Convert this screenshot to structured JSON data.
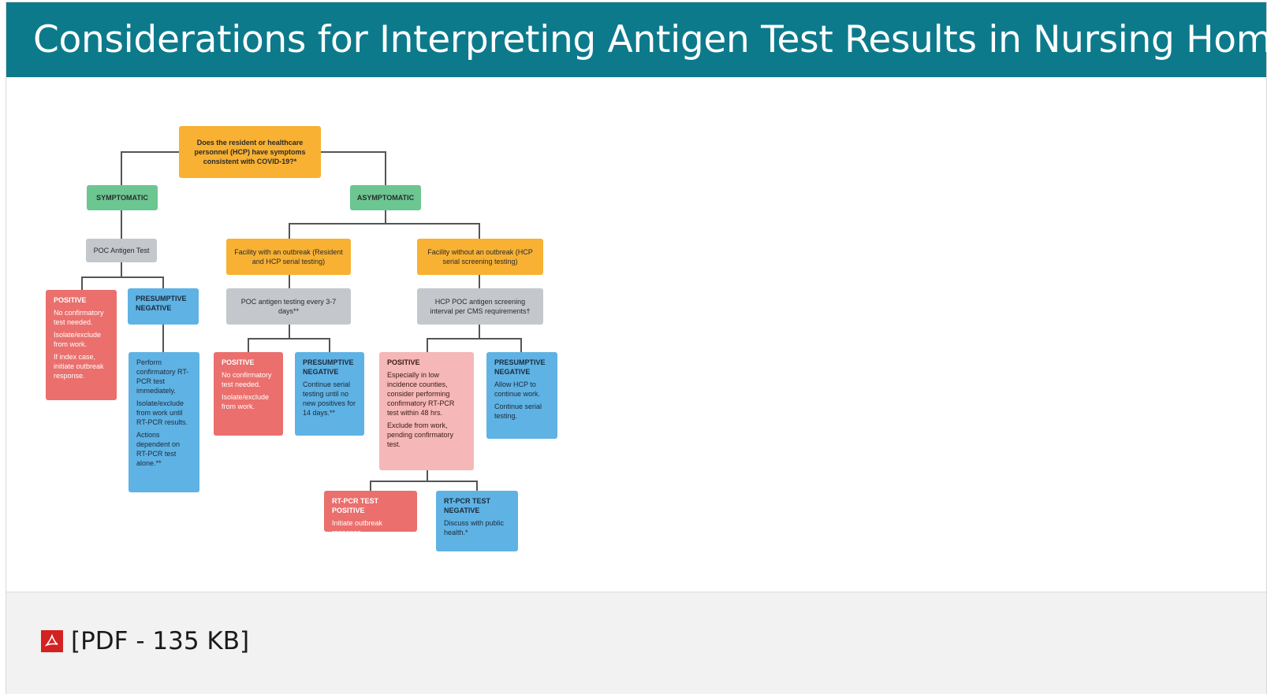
{
  "header": {
    "title": "Considerations for Interpreting Antigen Test Results in Nursing Homes"
  },
  "flowchart": {
    "root": "Does the resident or healthcare personnel (HCP) have symptoms consistent with COVID-19?*",
    "symptomatic": "SYMPTOMATIC",
    "asymptomatic": "ASYMPTOMATIC",
    "poc_antigen_test": "POC Antigen Test",
    "facility_outbreak": "Facility with an outbreak (Resident and HCP serial testing)",
    "facility_no_outbreak": "Facility without an outbreak (HCP serial screening testing)",
    "poc_every_3_7": "POC antigen testing every 3-7 days**",
    "hcp_screening_interval": "HCP POC antigen screening interval per CMS requirements†",
    "sym_positive": {
      "title": "POSITIVE",
      "lines": [
        "No confirmatory test needed.",
        "Isolate/exclude from work.",
        "If index case, initiate outbreak response."
      ]
    },
    "sym_negative": {
      "title": "PRESUMPTIVE NEGATIVE"
    },
    "sym_negative_actions": {
      "lines": [
        "Perform confirmatory RT-PCR test immediately.",
        "Isolate/exclude from work until RT-PCR results.",
        "Actions dependent on RT-PCR test alone.**"
      ]
    },
    "outbreak_positive": {
      "title": "POSITIVE",
      "lines": [
        "No confirmatory test needed.",
        "Isolate/exclude from work."
      ]
    },
    "outbreak_negative": {
      "title": "PRESUMPTIVE NEGATIVE",
      "lines": [
        "Continue serial testing until no new positives for 14 days.**"
      ]
    },
    "no_outbreak_positive": {
      "title": "POSITIVE",
      "lines": [
        "Especially in low incidence counties, consider performing confirmatory RT-PCR test within 48 hrs.",
        "Exclude from work, pending confirmatory test."
      ]
    },
    "no_outbreak_negative": {
      "title": "PRESUMPTIVE NEGATIVE",
      "lines": [
        "Allow HCP to continue work.",
        "Continue serial testing."
      ]
    },
    "rtpcr_positive": {
      "title": "RT-PCR TEST POSITIVE",
      "lines": [
        "Initiate outbreak response."
      ]
    },
    "rtpcr_negative": {
      "title": "RT-PCR TEST NEGATIVE",
      "lines": [
        "Discuss with public health.*"
      ]
    }
  },
  "footer": {
    "pdf_label": "[PDF - 135 KB]",
    "pdf_icon": "pdf-icon"
  },
  "colors": {
    "header_bg": "#0d7a8c",
    "orange": "#f8b133",
    "green": "#6cc692",
    "gray": "#c4c8cc",
    "red": "#ea6f6d",
    "blue": "#5fb2e4",
    "pink": "#f5b7b7",
    "pdf_red": "#d32222"
  }
}
